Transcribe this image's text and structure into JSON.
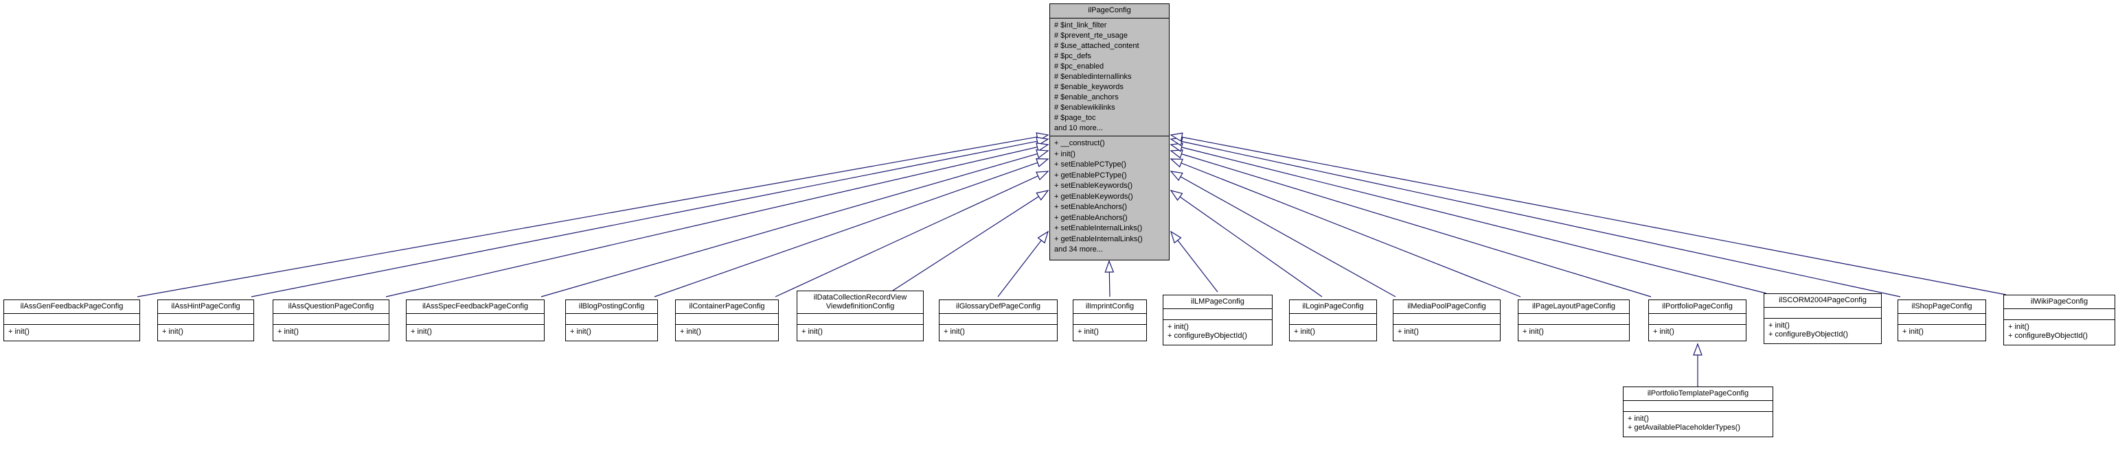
{
  "diagram_type": "uml-class-inheritance",
  "colors": {
    "parent_fill": "#bfbfbf",
    "child_fill": "#ffffff",
    "border": "#000000",
    "edge": "#191970",
    "background": "#ffffff"
  },
  "parent": {
    "name": "ilPageConfig",
    "attributes": [
      "# $int_link_filter",
      "# $prevent_rte_usage",
      "# $use_attached_content",
      "# $pc_defs",
      "# $pc_enabled",
      "# $enabledinternallinks",
      "# $enable_keywords",
      "# $enable_anchors",
      "# $enablewikilinks",
      "# $page_toc",
      "and 10 more..."
    ],
    "methods": [
      "+ __construct()",
      "+ init()",
      "+ setEnablePCType()",
      "+ getEnablePCType()",
      "+ setEnableKeywords()",
      "+ getEnableKeywords()",
      "+ setEnableAnchors()",
      "+ getEnableAnchors()",
      "+ setEnableInternalLinks()",
      "+ getEnableInternalLinks()",
      "and 34 more..."
    ]
  },
  "children": [
    {
      "name": "ilAssGenFeedbackPageConfig",
      "extends": "ilPageConfig",
      "methods": [
        "+ init()"
      ]
    },
    {
      "name": "ilAssHintPageConfig",
      "extends": "ilPageConfig",
      "methods": [
        "+ init()"
      ]
    },
    {
      "name": "ilAssQuestionPageConfig",
      "extends": "ilPageConfig",
      "methods": [
        "+ init()"
      ]
    },
    {
      "name": "ilAssSpecFeedbackPageConfig",
      "extends": "ilPageConfig",
      "methods": [
        "+ init()"
      ]
    },
    {
      "name": "ilBlogPostingConfig",
      "extends": "ilPageConfig",
      "methods": [
        "+ init()"
      ]
    },
    {
      "name": "ilContainerPageConfig",
      "extends": "ilPageConfig",
      "methods": [
        "+ init()"
      ]
    },
    {
      "name": "ilDataCollectionRecordView ViewdefinitionConfig",
      "extends": "ilPageConfig",
      "methods": [
        "+ init()"
      ]
    },
    {
      "name": "ilGlossaryDefPageConfig",
      "extends": "ilPageConfig",
      "methods": [
        "+ init()"
      ]
    },
    {
      "name": "ilImprintConfig",
      "extends": "ilPageConfig",
      "methods": [
        "+ init()"
      ]
    },
    {
      "name": "ilLMPageConfig",
      "extends": "ilPageConfig",
      "methods": [
        "+ init()",
        "+ configureByObjectId()"
      ]
    },
    {
      "name": "ilLoginPageConfig",
      "extends": "ilPageConfig",
      "methods": [
        "+ init()"
      ]
    },
    {
      "name": "ilMediaPoolPageConfig",
      "extends": "ilPageConfig",
      "methods": [
        "+ init()"
      ]
    },
    {
      "name": "ilPageLayoutPageConfig",
      "extends": "ilPageConfig",
      "methods": [
        "+ init()"
      ]
    },
    {
      "name": "ilPortfolioPageConfig",
      "extends": "ilPageConfig",
      "methods": [
        "+ init()"
      ]
    },
    {
      "name": "ilSCORM2004PageConfig",
      "extends": "ilPageConfig",
      "methods": [
        "+ init()",
        "+ configureByObjectId()"
      ]
    },
    {
      "name": "ilShopPageConfig",
      "extends": "ilPageConfig",
      "methods": [
        "+ init()"
      ]
    },
    {
      "name": "ilWikiPageConfig",
      "extends": "ilPageConfig",
      "methods": [
        "+ init()",
        "+ configureByObjectId()"
      ]
    }
  ],
  "grandchildren": [
    {
      "name": "ilPortfolioTemplatePageConfig",
      "extends": "ilPortfolioPageConfig",
      "methods": [
        "+ init()",
        "+ getAvailablePlaceholderTypes()"
      ]
    }
  ]
}
